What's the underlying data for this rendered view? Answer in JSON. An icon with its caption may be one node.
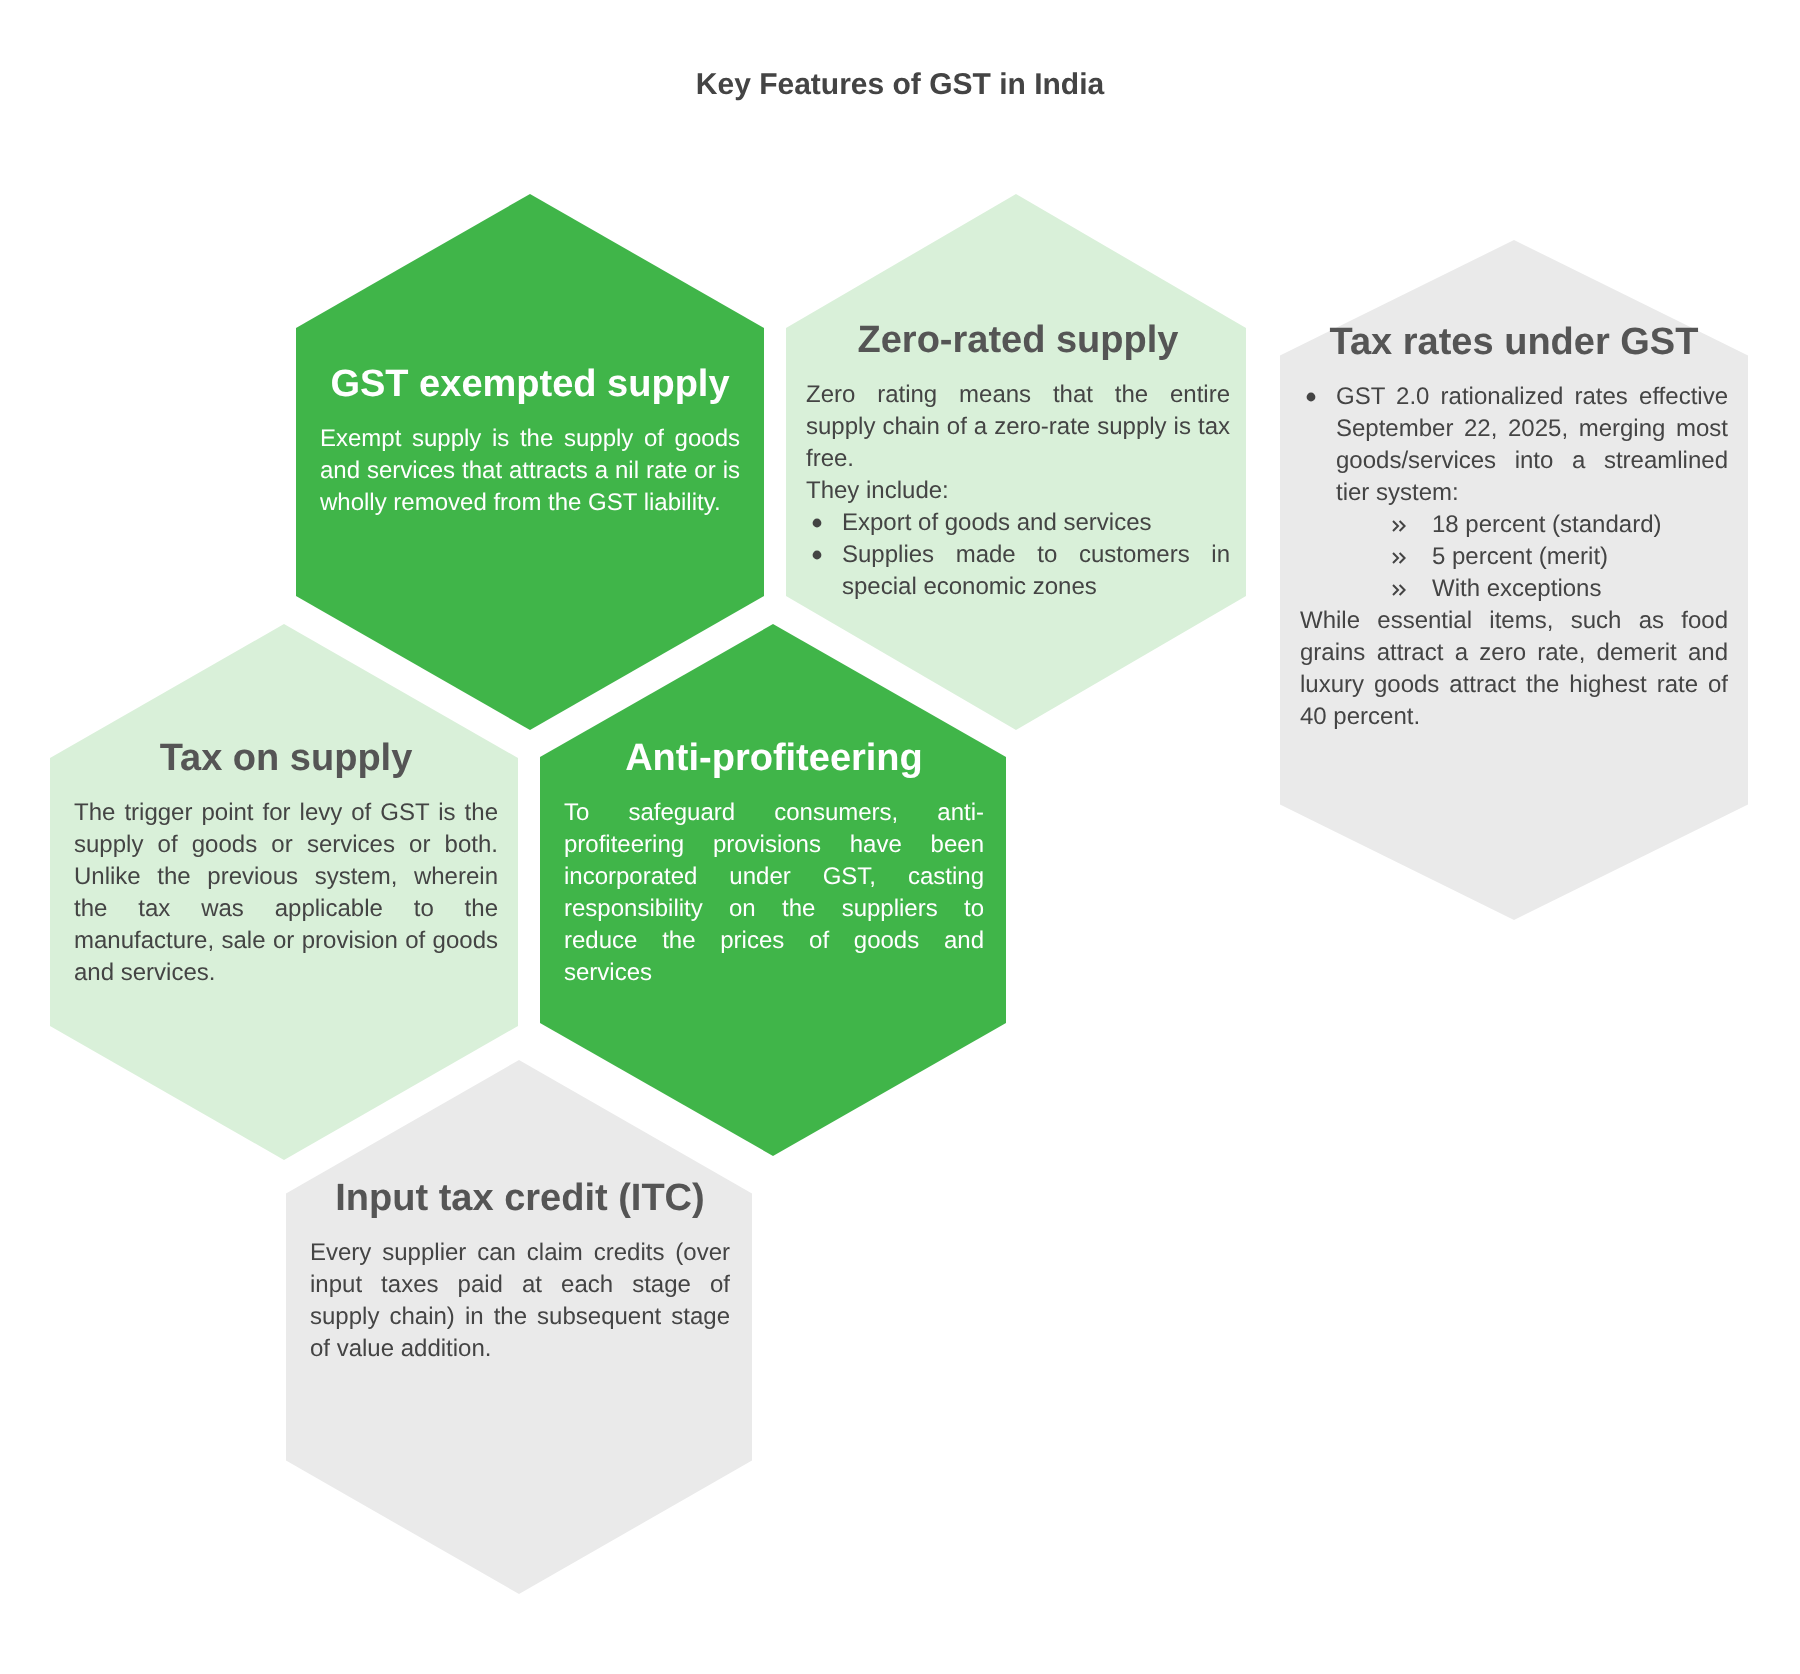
{
  "diagram": {
    "title": "Key Features of GST in India",
    "nodes": [
      {
        "text": [
          "GST exempted supply",
          "Exempt supply is the supply of goods and services that attracts a nil rate or is wholly removed from the GST liability."
        ]
      },
      {
        "text": [
          "Zero-rated supply",
          "Zero rating means that the entire supply chain of a zero-rate supply is tax free.",
          "They include:",
          "Export of goods and services",
          "Supplies made to customers in special economic zones"
        ]
      },
      {
        "text": [
          "Tax rates under GST",
          "GST 2.0 rationalized rates effective September 22, 2025, merging most goods/services into a streamlined tier system:",
          "18 percent (standard)",
          "5 percent (merit)",
          "With exceptions",
          "While essential items, such as food grains attract a zero rate, demerit and luxury goods attract the highest rate of 40 percent."
        ]
      },
      {
        "text": [
          "Tax on supply",
          "The trigger point for levy of GST is the supply of goods or services or both. Unlike the previous system, wherein the tax was applicable to the manufacture, sale or provision of goods and services."
        ]
      },
      {
        "text": [
          "Anti-profiteering",
          "To safeguard consumers, anti-profiteering provisions have been incorporated under GST, casting responsibility on the suppliers to reduce the prices of goods and services"
        ]
      },
      {
        "text": [
          "Input tax credit (ITC)",
          "Every supplier can claim credits (over input taxes paid at each stage of supply chain) in the subsequent stage of value addition."
        ]
      }
    ]
  }
}
